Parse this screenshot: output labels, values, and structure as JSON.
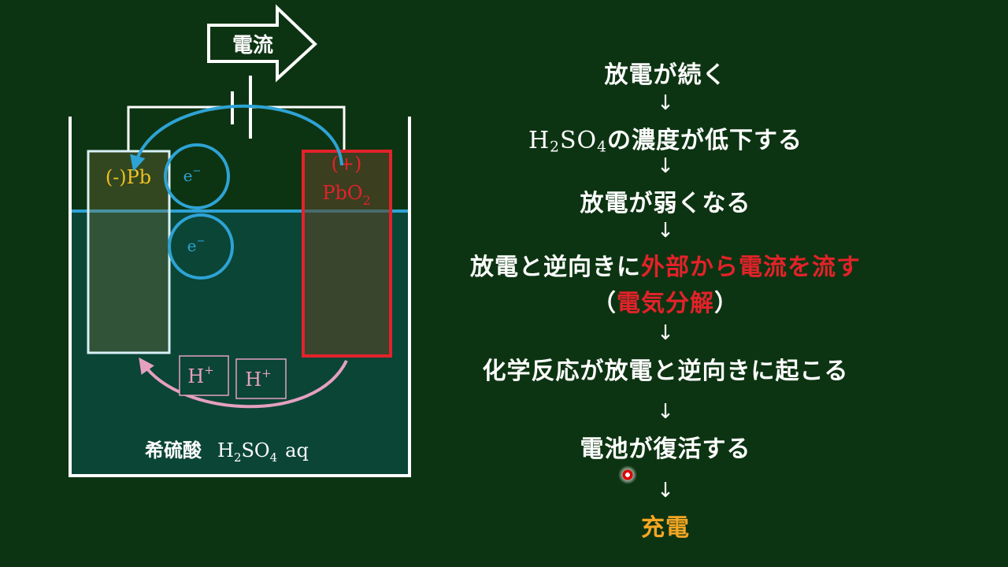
{
  "diagram": {
    "current_label": "電流",
    "neg_electrode": "(-)Pb",
    "pos_electrode_sign": "(+)",
    "pos_electrode_main": "PbO",
    "pos_electrode_sub": "2",
    "electron_main": "e",
    "electron_sup": "−",
    "proton_main": "H",
    "proton_sup": "+",
    "electrolyte_jp": "希硫酸",
    "electrolyte_h": "H",
    "electrolyte_h_sub": "2",
    "electrolyte_so": "SO",
    "electrolyte_so_sub": "4",
    "electrolyte_aq": "aq"
  },
  "flow": {
    "step1": "放電が続く",
    "step2_h": "H",
    "step2_h_sub": "2",
    "step2_so": "SO",
    "step2_so_sub": "4",
    "step2_rest": "の濃度が低下する",
    "step3": "放電が弱くなる",
    "step4_white": "放電と逆向きに",
    "step4_red": "外部から電流を流す",
    "step5_open": "（",
    "step5_red": "電気分解",
    "step5_close": "）",
    "step6": "化学反応が放電と逆向きに起こる",
    "step7": "電池が復活する",
    "step8": "充電",
    "arrow": "↓"
  },
  "colors": {
    "background": "#0d3412",
    "electrolyte": "#0b4536",
    "water_line": "#2ea3d5",
    "electron": "#2ea3d5",
    "proton": "#e5a0c0",
    "neg_electrode": "#f0c020",
    "pos_electrode": "#e3222a",
    "highlight_red": "#e3222a",
    "highlight_orange": "#f5a623"
  }
}
